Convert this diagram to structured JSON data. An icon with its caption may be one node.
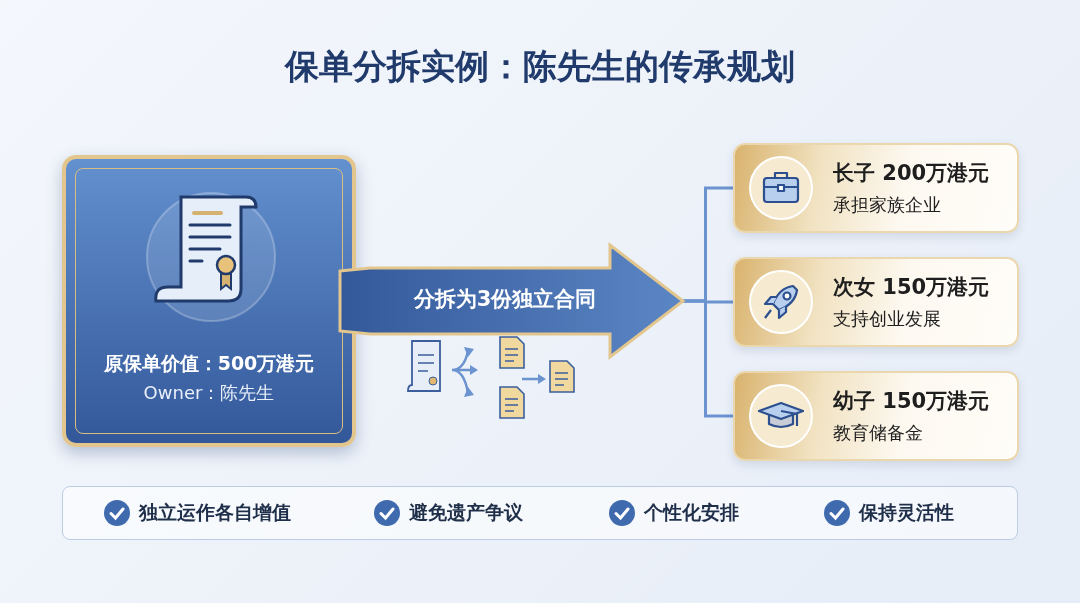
{
  "diagram": {
    "title": "保单分拆实例：陈先生的传承规划",
    "nodes": [
      {
        "text": [
          "原保单价值：500万港元",
          "Owner：陈先生"
        ]
      },
      {
        "text": [
          "分拆为3份独立合同"
        ]
      },
      {
        "text": [
          "长子 200万港元",
          "承担家族企业"
        ]
      },
      {
        "text": [
          "次女 150万港元",
          "支持创业发展"
        ]
      },
      {
        "text": [
          "幼子 150万港元",
          "教育储备金"
        ]
      }
    ],
    "edges": [
      {
        "from": 1,
        "to": 2,
        "arrow": "none"
      },
      {
        "from": 1,
        "to": 3,
        "arrow": "none"
      },
      {
        "from": 1,
        "to": 4,
        "arrow": "none"
      }
    ],
    "labels": [
      "独立运作各自增值",
      "避免遗产争议",
      "个性化安排",
      "保持灵活性"
    ]
  }
}
